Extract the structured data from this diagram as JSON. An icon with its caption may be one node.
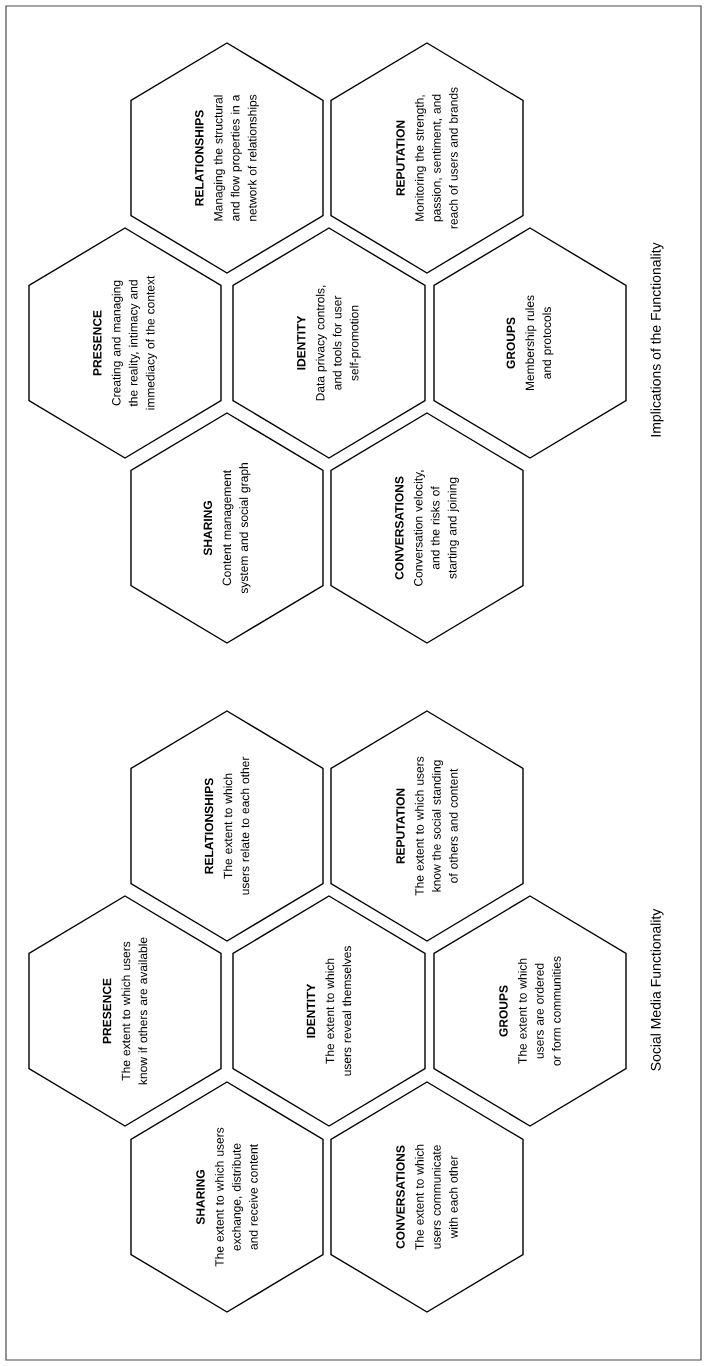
{
  "diagram": {
    "nodes": [
      {
        "text": [
          "SHARING",
          "The extent to which users exchange, distribute and receive content"
        ]
      },
      {
        "text": [
          "PRESENCE",
          "The extent to which users know if others are available"
        ]
      },
      {
        "text": [
          "RELATIONSHIPS",
          "The extent to which users relate to each other"
        ]
      },
      {
        "text": [
          "CONVERSATIONS",
          "The extent to which users communicate with each other"
        ]
      },
      {
        "text": [
          "IDENTITY",
          "The extent to which users reveal themselves"
        ]
      },
      {
        "text": [
          "REPUTATION",
          "The extent to which users know the social standing of others and content"
        ]
      },
      {
        "text": [
          "GROUPS",
          "The extent to which users are ordered or form communities"
        ]
      },
      {
        "text": [
          "SHARING",
          "Content management system and social graph"
        ]
      },
      {
        "text": [
          "PRESENCE",
          "Creating and managing the reality, intimacy and immediacy of the context"
        ]
      },
      {
        "text": [
          "RELATIONSHIPS",
          "Managing the structural and flow properties in a network of relationships"
        ]
      },
      {
        "text": [
          "CONVERSATIONS",
          "Conversation velocity, and the risks of starting and joining"
        ]
      },
      {
        "text": [
          "IDENTITY",
          "Data privacy controls, and tools for user self-promotion"
        ]
      },
      {
        "text": [
          "REPUTATION",
          "Monitoring the strength, passion, sentiment, and reach of users and brands"
        ]
      },
      {
        "text": [
          "GROUPS",
          "Membership rules and protocols"
        ]
      }
    ],
    "labels": [
      "Social Media Functionality",
      "Implications of the Functionality"
    ]
  }
}
